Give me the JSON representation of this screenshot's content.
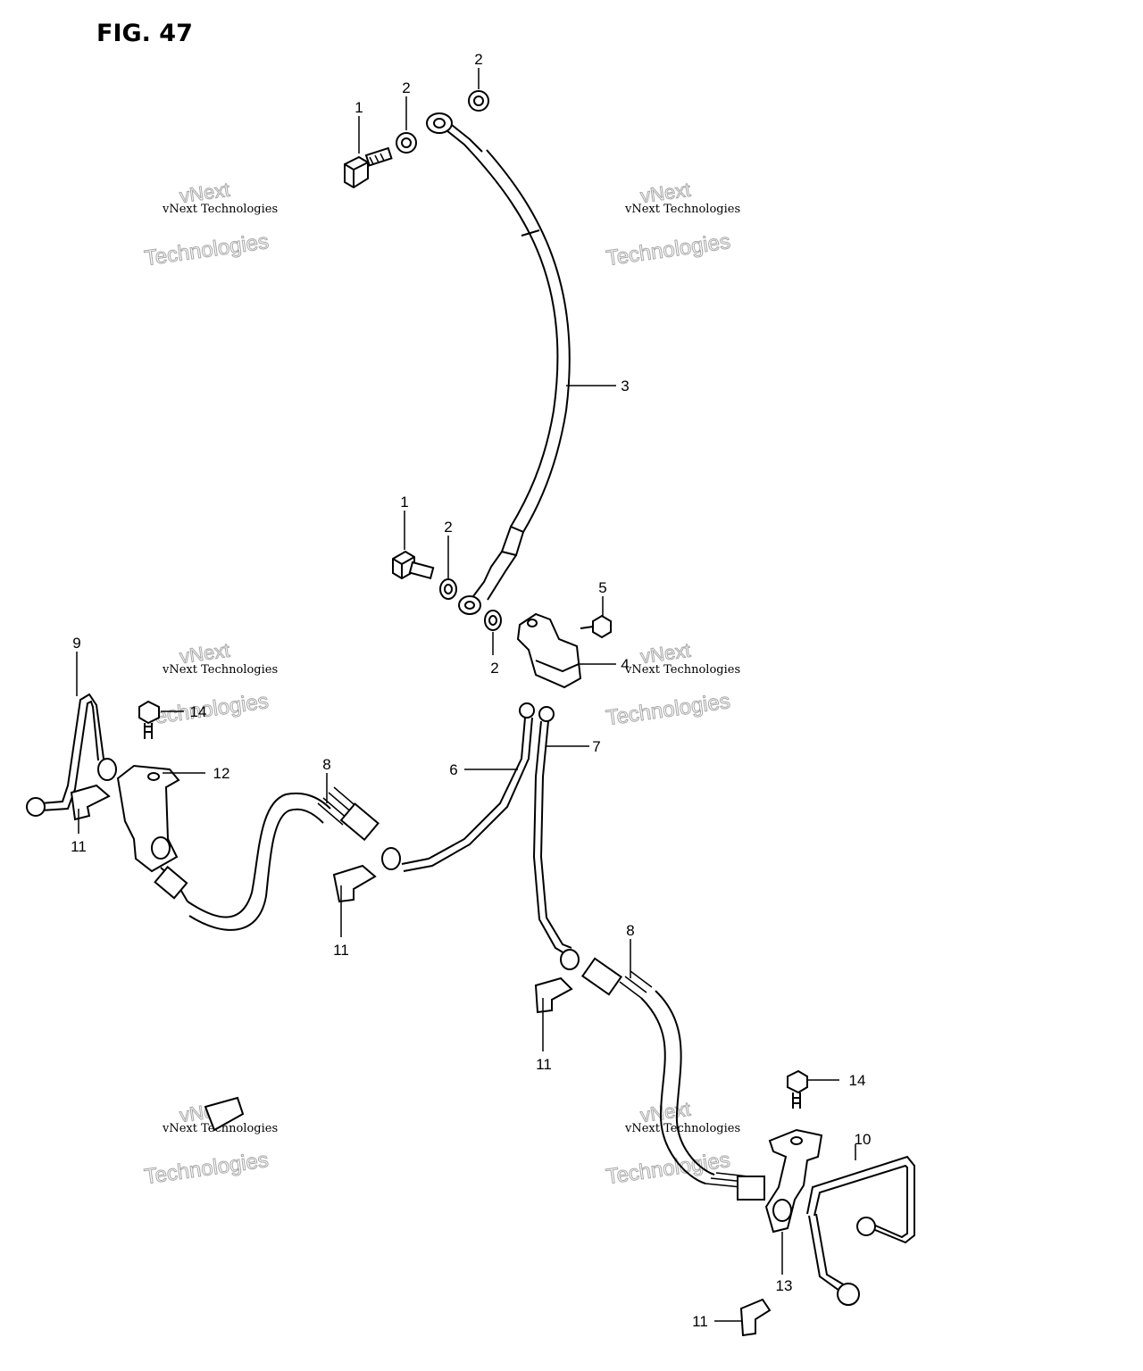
{
  "figure": {
    "title": "FIG. 47"
  },
  "callouts": [
    {
      "id": "c1a",
      "label": "1"
    },
    {
      "id": "c2a",
      "label": "2"
    },
    {
      "id": "c2b",
      "label": "2"
    },
    {
      "id": "c3",
      "label": "3"
    },
    {
      "id": "c1b",
      "label": "1"
    },
    {
      "id": "c2c",
      "label": "2"
    },
    {
      "id": "c5",
      "label": "5"
    },
    {
      "id": "c2d",
      "label": "2"
    },
    {
      "id": "c4",
      "label": "4"
    },
    {
      "id": "c9",
      "label": "9"
    },
    {
      "id": "c14a",
      "label": "14"
    },
    {
      "id": "c12",
      "label": "12"
    },
    {
      "id": "c8a",
      "label": "8"
    },
    {
      "id": "c6",
      "label": "6"
    },
    {
      "id": "c7",
      "label": "7"
    },
    {
      "id": "c11a",
      "label": "11"
    },
    {
      "id": "c11b",
      "label": "11"
    },
    {
      "id": "c8b",
      "label": "8"
    },
    {
      "id": "c11c",
      "label": "11"
    },
    {
      "id": "c14b",
      "label": "14"
    },
    {
      "id": "c10",
      "label": "10"
    },
    {
      "id": "c11d",
      "label": "11"
    },
    {
      "id": "c13",
      "label": "13"
    }
  ],
  "watermark": {
    "line0": "vNext",
    "line1": "vNext Technologies",
    "line2": "Technologies"
  }
}
